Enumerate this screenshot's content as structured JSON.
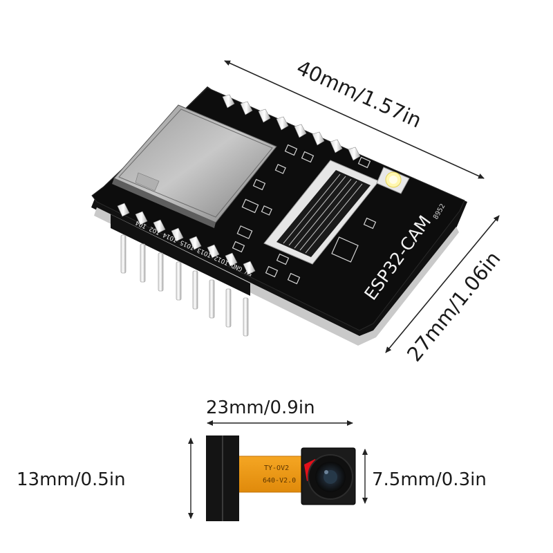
{
  "dimensions": {
    "board_length": "40mm/1.57in",
    "board_width": "27mm/1.06in",
    "camera_length": "23mm/0.9in",
    "camera_ribbon_height": "13mm/0.5in",
    "camera_module_height": "7.5mm/0.3in"
  },
  "board": {
    "model_label": "ESP32-CAM",
    "small_marking": "8952",
    "pin_labels": "5V GND IO12 IO13 IO15 IO14 IO2 IO4"
  },
  "camera": {
    "flex_label_line1": "TY-OV2",
    "flex_label_line2": "640-V2.0"
  }
}
